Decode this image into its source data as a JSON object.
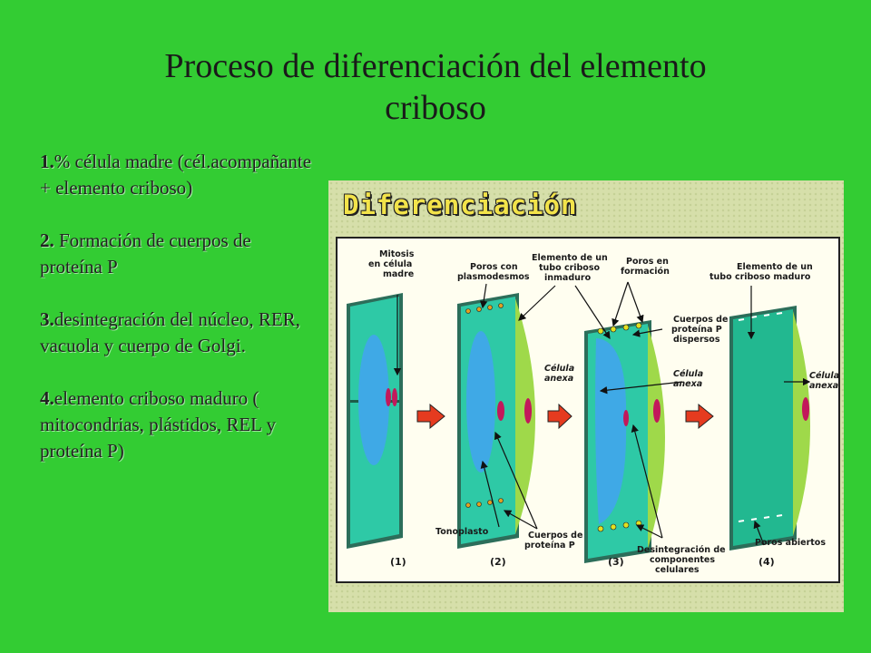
{
  "title": {
    "line1": "Proceso de diferenciación del elemento",
    "line2": "criboso"
  },
  "steps": [
    {
      "num": "1.",
      "text": "% célula madre (cél.acompañante + elemento criboso)"
    },
    {
      "num": "2.",
      "text": " Formación de cuerpos de proteína P"
    },
    {
      "num": "3.",
      "text": "desintegración del núcleo, RER, vacuola y cuerpo de Golgi."
    },
    {
      "num": "4.",
      "text": "elemento criboso maduro ( mitocondrias, plástidos, REL y proteína P)"
    }
  ],
  "diagram": {
    "heading": "Diferenciación",
    "labels": {
      "mitosis": [
        "Mitosis",
        "en célula",
        "madre"
      ],
      "poros_plasmodesmos": [
        "Poros con",
        "plasmodesmos"
      ],
      "elemento_inmaduro": [
        "Elemento de un",
        "tubo criboso",
        "inmaduro"
      ],
      "poros_formacion": [
        "Poros en",
        "formación"
      ],
      "elemento_maduro": [
        "Elemento de un",
        "tubo criboso  maduro"
      ],
      "cuerpos_dispersos": [
        "Cuerpos de",
        "proteína P",
        "dispersos"
      ],
      "celula_anexa": [
        "Célula",
        "anexa"
      ],
      "tonoplasto": "Tonoplasto",
      "cuerpos_proteina": [
        "Cuerpos de",
        "proteína P"
      ],
      "desintegracion": [
        "Desintegración de",
        "componentes",
        "celulares"
      ],
      "poros_abiertos": "Poros abiertos"
    },
    "stage_numbers": [
      "(1)",
      "(2)",
      "(3)",
      "(4)"
    ]
  },
  "colors": {
    "background": "#33cc33",
    "cytoplasm": "#2ec9a6",
    "vacuole": "#3fa9e6",
    "companion_cell": "#9fd94a",
    "nucleus": "#c2185b",
    "arrow": "#e53b1f"
  }
}
